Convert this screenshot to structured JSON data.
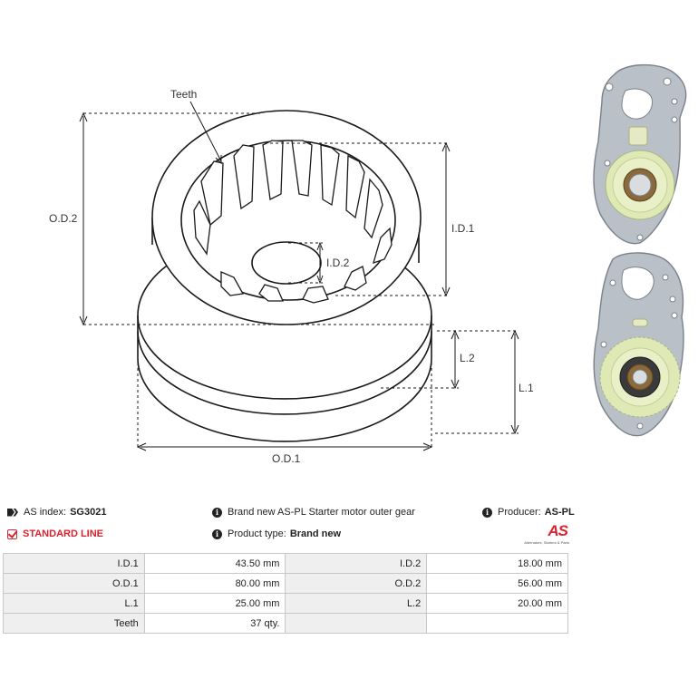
{
  "drawing": {
    "labels": {
      "teeth": "Teeth",
      "od2": "O.D.2",
      "id1": "I.D.1",
      "id2": "I.D.2",
      "l2": "L.2",
      "l1": "L.1",
      "od1": "O.D.1"
    }
  },
  "info": {
    "as_index_label": "AS index:",
    "as_index_value": "SG3021",
    "line_label": "STANDARD LINE",
    "description": "Brand new AS-PL Starter motor outer gear",
    "product_type_label": "Product type:",
    "product_type_value": "Brand new",
    "producer_label": "Producer:",
    "producer_value": "AS-PL"
  },
  "logo": {
    "mark": "AS",
    "subtitle": "Alternators, Starters & Parts"
  },
  "specs": {
    "rows": [
      {
        "l1": "I.D.1",
        "v1": "43.50 mm",
        "l2": "I.D.2",
        "v2": "18.00 mm"
      },
      {
        "l1": "O.D.1",
        "v1": "80.00 mm",
        "l2": "O.D.2",
        "v2": "56.00 mm"
      },
      {
        "l1": "L.1",
        "v1": "25.00 mm",
        "l2": "L.2",
        "v2": "20.00 mm"
      },
      {
        "l1": "Teeth",
        "v1": "37 qty.",
        "l2": "",
        "v2": ""
      }
    ]
  },
  "colors": {
    "accent": "#d9232f",
    "metal": "#b9c0c7",
    "gear": "#dfe9b5"
  }
}
